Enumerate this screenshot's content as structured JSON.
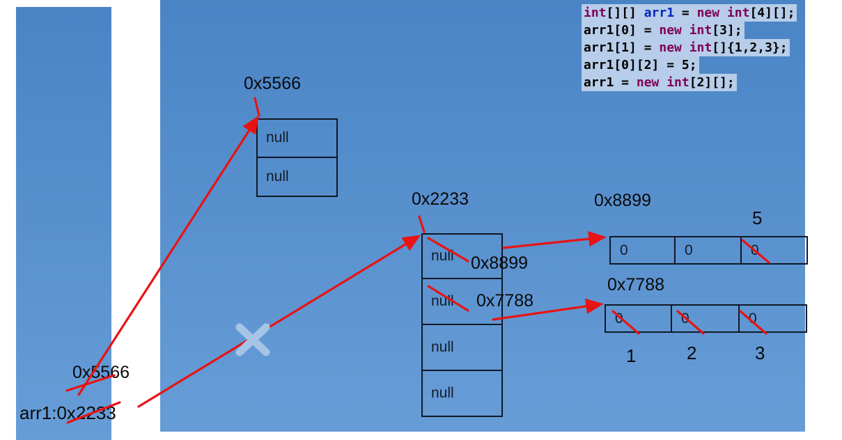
{
  "colors": {
    "slide_top": "#4a84c5",
    "slide_bottom": "#679dd7",
    "annotation_red": "#e81313",
    "cross_blue": "#a5c4e6",
    "code_highlight": "#b7cde9",
    "code_keyword": "#7f0055",
    "code_variable": "#0026c0"
  },
  "stack": {
    "old_ref_label": "0x5566",
    "var_label": "arr1:0x2233"
  },
  "heap": {
    "arr_5566": {
      "label": "0x5566",
      "cells": [
        "null",
        "null"
      ]
    },
    "arr_2233": {
      "label": "0x2233",
      "cells": [
        "null",
        "null",
        "null",
        "null"
      ],
      "ref0_new": "0x8899",
      "ref1_new": "0x7788"
    },
    "arr_8899": {
      "label": "0x8899",
      "cells": [
        "0",
        "0",
        "0"
      ],
      "new_value": "5"
    },
    "arr_7788": {
      "label": "0x7788",
      "cells": [
        "0",
        "0",
        "0"
      ],
      "init_values": [
        "1",
        "2",
        "3"
      ]
    }
  },
  "code": {
    "lines": [
      {
        "segments": [
          {
            "cls": "kw",
            "text": "int"
          },
          {
            "cls": "p",
            "text": "[][] "
          },
          {
            "cls": "var",
            "text": "arr1"
          },
          {
            "cls": "p",
            "text": " = "
          },
          {
            "cls": "kw",
            "text": "new int"
          },
          {
            "cls": "p",
            "text": "[4][];"
          }
        ]
      },
      {
        "segments": [
          {
            "cls": "p",
            "text": "arr1[0] = "
          },
          {
            "cls": "kw",
            "text": "new int"
          },
          {
            "cls": "p",
            "text": "[3];"
          }
        ]
      },
      {
        "segments": [
          {
            "cls": "p",
            "text": "arr1[1] = "
          },
          {
            "cls": "kw",
            "text": "new int"
          },
          {
            "cls": "p",
            "text": "[]{1,2,3};"
          }
        ]
      },
      {
        "segments": [
          {
            "cls": "p",
            "text": "arr1[0][2] = 5;"
          }
        ]
      },
      {
        "segments": [
          {
            "cls": "p",
            "text": "arr1 = "
          },
          {
            "cls": "kw",
            "text": "new int"
          },
          {
            "cls": "p",
            "text": "[2][];"
          }
        ]
      }
    ]
  }
}
